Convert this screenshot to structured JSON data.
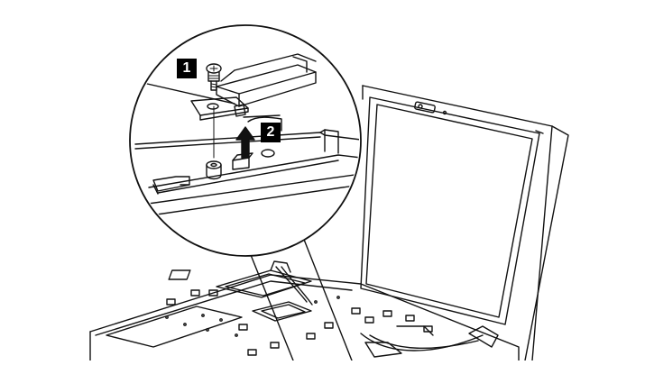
{
  "callouts": [
    {
      "id": "step-1",
      "label": "1"
    },
    {
      "id": "step-2",
      "label": "2"
    }
  ],
  "colors": {
    "stroke": "#111111",
    "background": "#ffffff",
    "badge": "#000000",
    "badge_text": "#ffffff"
  }
}
